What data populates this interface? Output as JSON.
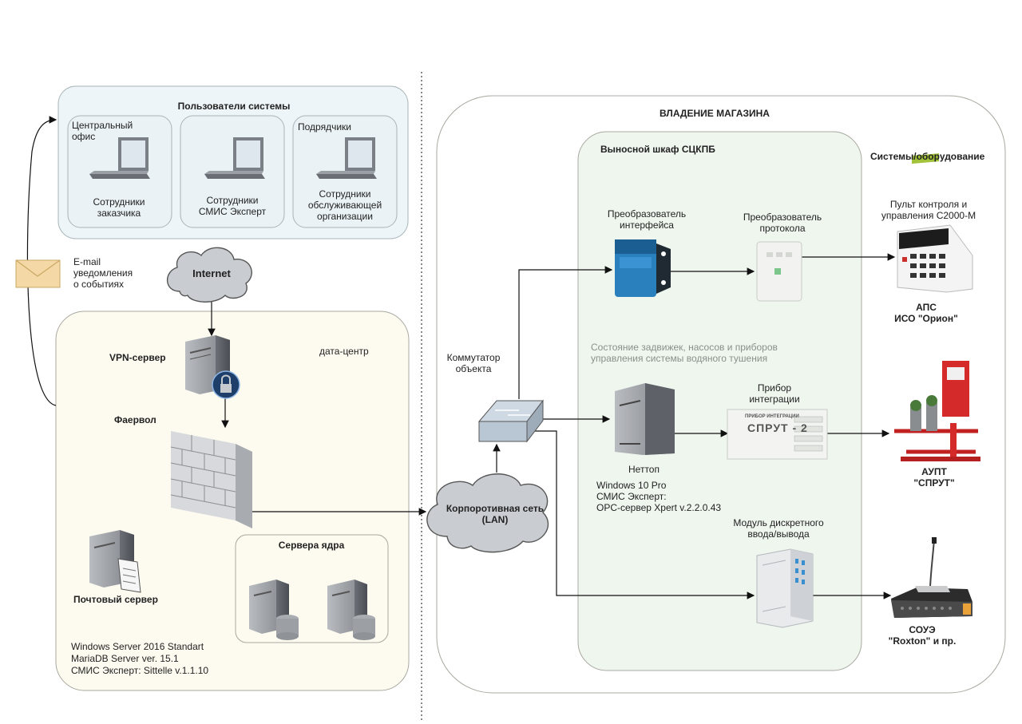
{
  "users": {
    "title": "Пользователи системы",
    "central_office": "Центральный\nофис",
    "contractors": "Подрядчики",
    "employees_customer": "Сотрудники\nзаказчика",
    "employees_smis": "Сотрудники\nСМИС Эксперт",
    "employees_service": "Сотрудники\nобслуживающей\nорганизации"
  },
  "email": "E-mail\nуведомления\nо событиях",
  "internet": "Internet",
  "datacenter": {
    "title": "дата-центр",
    "vpn": "VPN-сервер",
    "firewall": "Фаервол",
    "mail": "Почтовый сервер",
    "core": "Сервера ядра",
    "software": "Windows Server 2016 Standart\nMariaDB Server ver. 15.1\nСМИС Эксперт: Sittelle v.1.1.10"
  },
  "lan": "Корпоротивная сеть\n(LAN)",
  "switch": "Коммутатор\nобъекта",
  "store": {
    "title": "ВЛАДЕНИЕ МАГАЗИНА",
    "cabinet": "Выносной шкаф СЦКПБ",
    "systems": "Системы/оборудование",
    "interface_conv": "Преобразователь\nинтерфейса",
    "protocol_conv": "Преобразователь\nпротокола",
    "state_note": "Состояние задвижек, насосов и приборов\nуправления системы водяного тушения",
    "nettop": "Неттоп",
    "nettop_sw": "Windows 10 Pro\nСМИС Эксперт:\nOPC-сервер Xpert v.2.2.0.43",
    "integration": "Прибор\nинтеграции",
    "sprut_panel_title": "ПРИБОР ИНТЕГРАЦИИ",
    "sprut_panel_name": "СПРУТ - 2",
    "discrete": "Модуль дискретного\nввода/вывода",
    "panel_c2000": "Пульт контроля и\nуправления С2000-М",
    "aps": "АПС\nИСО \"Орион\"",
    "aupt": "АУПТ\n\"СПРУТ\"",
    "soue": "СОУЭ\n\"Roxton\" и пр."
  }
}
